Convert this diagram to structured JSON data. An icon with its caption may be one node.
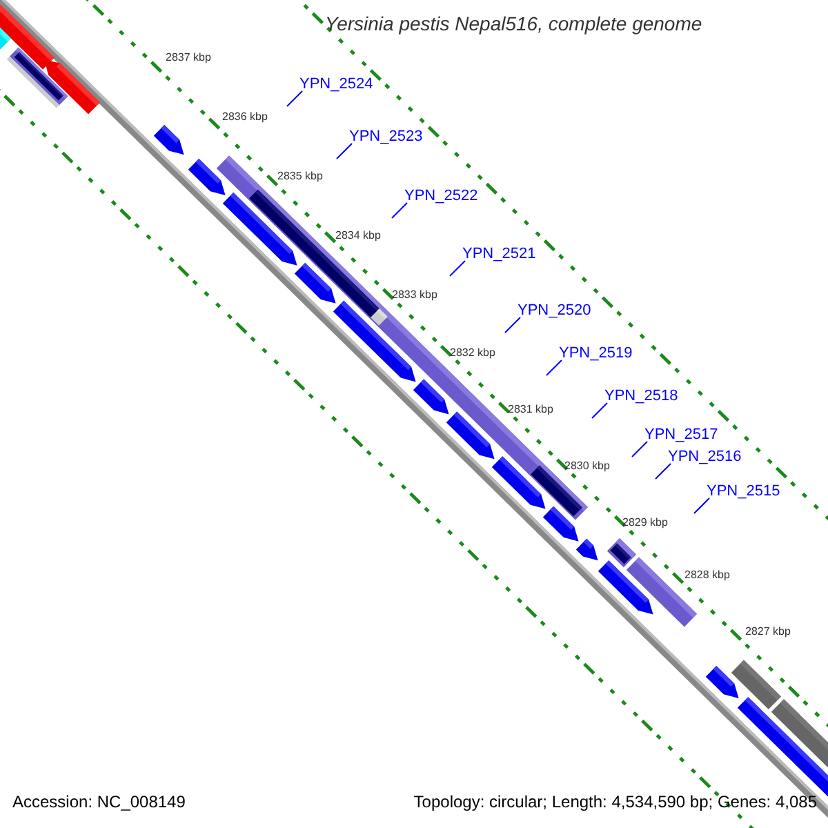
{
  "diagram": {
    "title": "Yersinia pestis Nepal516, complete genome",
    "nodes": [
      {
        "text": [
          "YPN_2524"
        ]
      },
      {
        "text": [
          "YPN_2523"
        ]
      },
      {
        "text": [
          "YPN_2522"
        ]
      },
      {
        "text": [
          "YPN_2521"
        ]
      },
      {
        "text": [
          "YPN_2520"
        ]
      },
      {
        "text": [
          "YPN_2519"
        ]
      },
      {
        "text": [
          "YPN_2518"
        ]
      },
      {
        "text": [
          "YPN_2517"
        ]
      },
      {
        "text": [
          "YPN_2516"
        ]
      },
      {
        "text": [
          "YPN_2515"
        ]
      }
    ],
    "edges": [
      {
        "from": 0,
        "to": null,
        "arrow": "none"
      },
      {
        "from": 1,
        "to": null,
        "arrow": "none"
      },
      {
        "from": 2,
        "to": null,
        "arrow": "none"
      },
      {
        "from": 3,
        "to": null,
        "arrow": "none"
      },
      {
        "from": 4,
        "to": null,
        "arrow": "none"
      },
      {
        "from": 5,
        "to": null,
        "arrow": "none"
      },
      {
        "from": 6,
        "to": null,
        "arrow": "none"
      },
      {
        "from": 7,
        "to": null,
        "arrow": "none"
      },
      {
        "from": 8,
        "to": null,
        "arrow": "none"
      },
      {
        "from": 9,
        "to": null,
        "arrow": "none"
      }
    ],
    "labels": [
      "2837 kbp",
      "2836 kbp",
      "2835 kbp",
      "2834 kbp",
      "2833 kbp",
      "2832 kbp",
      "2831 kbp",
      "2830 kbp",
      "2829 kbp",
      "2828 kbp",
      "2827 kbp",
      "Accession: NC_008149",
      "Topology: circular; Length: 4,534,590 bp; Genes: 4,085"
    ]
  }
}
